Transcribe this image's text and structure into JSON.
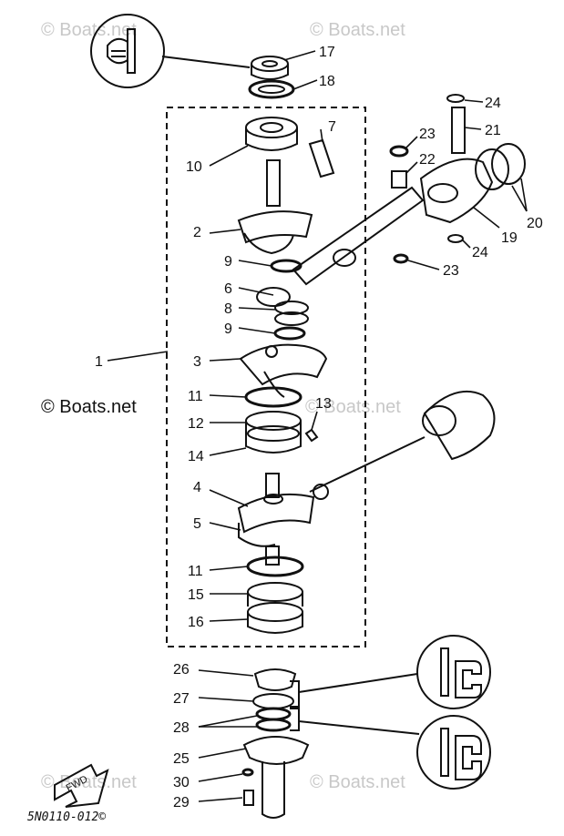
{
  "watermark": {
    "text": "© Boats.net"
  },
  "diagram": {
    "fwd_label": "FWD",
    "drawing_code": "5N0110-012©",
    "parts": [
      "1",
      "2",
      "3",
      "4",
      "5",
      "6",
      "7",
      "8",
      "9",
      "10",
      "11",
      "12",
      "13",
      "14",
      "15",
      "16",
      "17",
      "18",
      "19",
      "20",
      "21",
      "22",
      "23",
      "24",
      "25",
      "26",
      "27",
      "28",
      "29",
      "30"
    ]
  },
  "callouts": [
    {
      "id": "1",
      "text": "1"
    },
    {
      "id": "2",
      "text": "2"
    },
    {
      "id": "3",
      "text": "3"
    },
    {
      "id": "4",
      "text": "4"
    },
    {
      "id": "5",
      "text": "5"
    },
    {
      "id": "6",
      "text": "6"
    },
    {
      "id": "7",
      "text": "7"
    },
    {
      "id": "8",
      "text": "8"
    },
    {
      "id": "9a",
      "text": "9"
    },
    {
      "id": "9b",
      "text": "9"
    },
    {
      "id": "10",
      "text": "10"
    },
    {
      "id": "11a",
      "text": "11"
    },
    {
      "id": "11b",
      "text": "11"
    },
    {
      "id": "12",
      "text": "12"
    },
    {
      "id": "13",
      "text": "13"
    },
    {
      "id": "14",
      "text": "14"
    },
    {
      "id": "15",
      "text": "15"
    },
    {
      "id": "16",
      "text": "16"
    },
    {
      "id": "17",
      "text": "17"
    },
    {
      "id": "18",
      "text": "18"
    },
    {
      "id": "19",
      "text": "19"
    },
    {
      "id": "20",
      "text": "20"
    },
    {
      "id": "21",
      "text": "21"
    },
    {
      "id": "22",
      "text": "22"
    },
    {
      "id": "23a",
      "text": "23"
    },
    {
      "id": "23b",
      "text": "23"
    },
    {
      "id": "24a",
      "text": "24"
    },
    {
      "id": "24b",
      "text": "24"
    },
    {
      "id": "25",
      "text": "25"
    },
    {
      "id": "26",
      "text": "26"
    },
    {
      "id": "27",
      "text": "27"
    },
    {
      "id": "28",
      "text": "28"
    },
    {
      "id": "29",
      "text": "29"
    },
    {
      "id": "30",
      "text": "30"
    }
  ]
}
